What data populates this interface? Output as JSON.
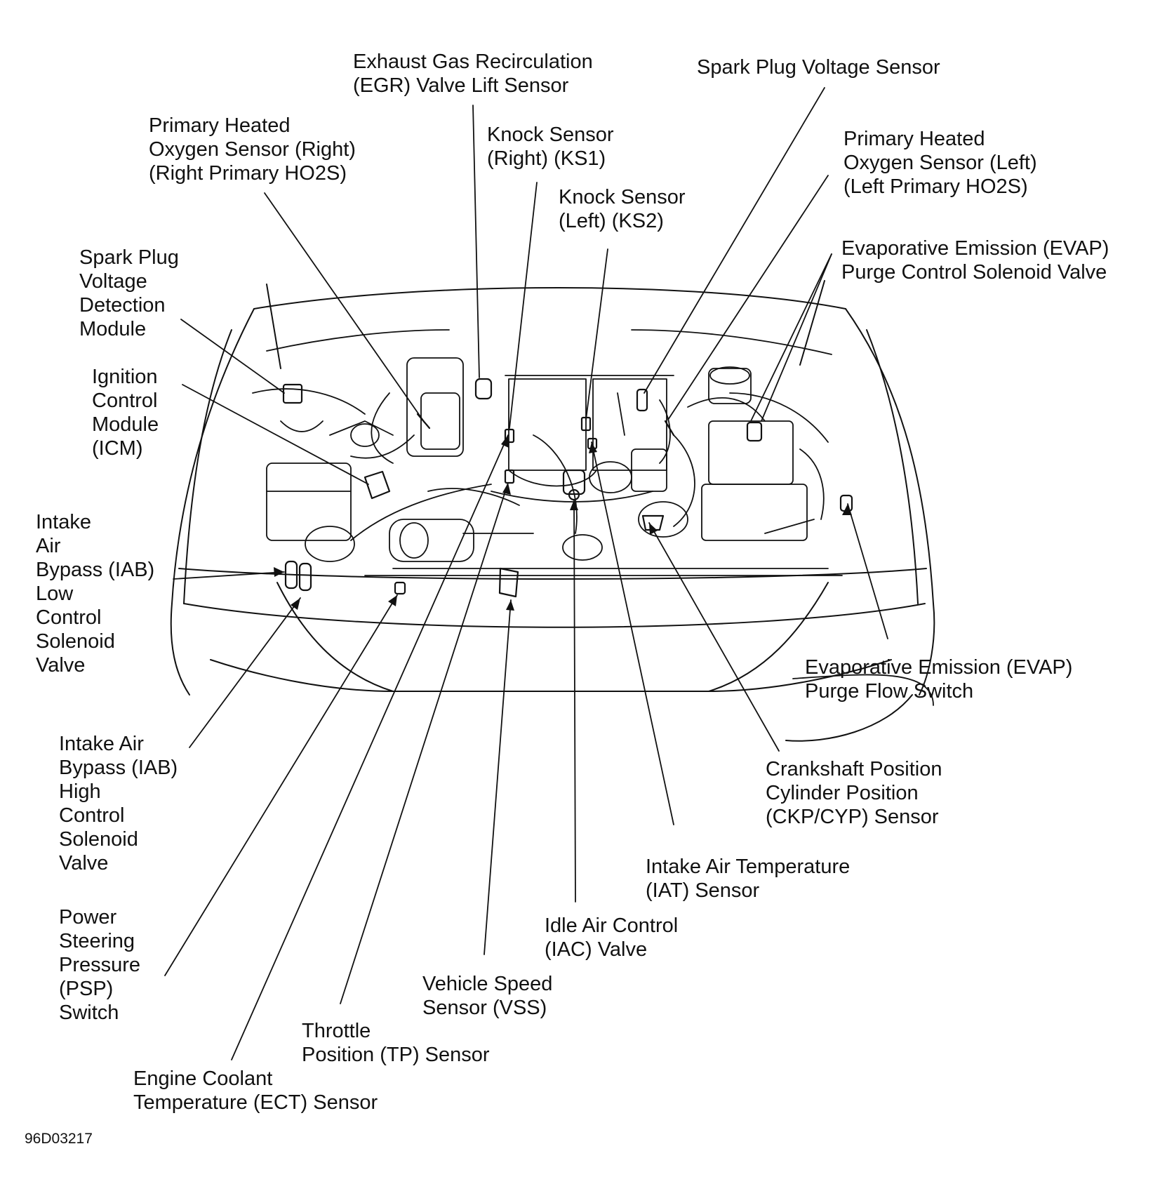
{
  "labels": {
    "egr": [
      "Exhaust Gas Recirculation",
      "(EGR) Valve Lift Sensor"
    ],
    "spark_plug_voltage_sensor": [
      "Spark Plug Voltage Sensor"
    ],
    "ho2s_right": [
      "Primary Heated",
      "Oxygen Sensor (Right)",
      "(Right Primary HO2S)"
    ],
    "knock_right": [
      "Knock Sensor",
      "(Right) (KS1)"
    ],
    "knock_left": [
      "Knock Sensor",
      "(Left) (KS2)"
    ],
    "ho2s_left": [
      "Primary Heated",
      "Oxygen Sensor (Left)",
      "(Left Primary HO2S)"
    ],
    "evap_purge_valve": [
      "Evaporative Emission (EVAP)",
      "Purge Control Solenoid Valve"
    ],
    "spark_detection_module": [
      "Spark Plug",
      "Voltage",
      "Detection",
      "Module"
    ],
    "icm": [
      "Ignition",
      "Control",
      "Module",
      "(ICM)"
    ],
    "iab_low": [
      "Intake",
      "Air",
      "Bypass (IAB)",
      "Low",
      "Control",
      "Solenoid",
      "Valve"
    ],
    "evap_flow_switch": [
      "Evaporative Emission (EVAP)",
      "Purge Flow Switch"
    ],
    "iab_high": [
      "Intake Air",
      "Bypass (IAB)",
      "High",
      "Control",
      "Solenoid",
      "Valve"
    ],
    "ckp_cyp": [
      "Crankshaft Position",
      "Cylinder Position",
      "(CKP/CYP) Sensor"
    ],
    "iat": [
      "Intake Air Temperature",
      "(IAT) Sensor"
    ],
    "iac": [
      "Idle Air Control",
      "(IAC) Valve"
    ],
    "psp": [
      "Power",
      "Steering",
      "Pressure",
      "(PSP)",
      "Switch"
    ],
    "vss": [
      "Vehicle Speed",
      "Sensor (VSS)"
    ],
    "tp": [
      "Throttle",
      "Position (TP) Sensor"
    ],
    "ect": [
      "Engine Coolant",
      "Temperature (ECT) Sensor"
    ]
  },
  "figure_code": "96D03217"
}
